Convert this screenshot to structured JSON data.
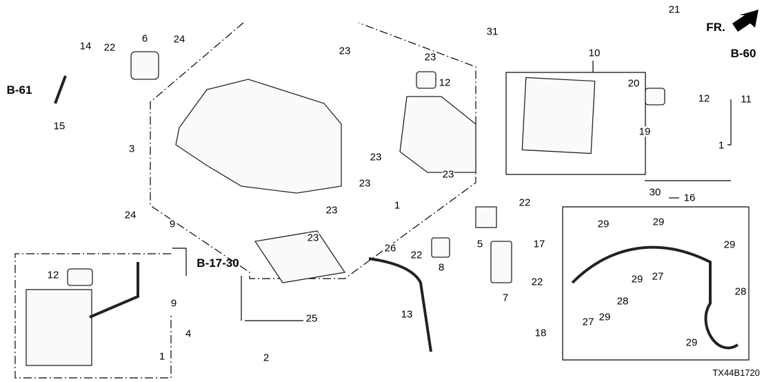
{
  "diagram_code": "TX44B1720",
  "direction_label": "FR.",
  "references": {
    "b60": "B-60",
    "b61": "B-61",
    "b1730": "B-17-30"
  },
  "labels": [
    "14",
    "22",
    "6",
    "24",
    "23",
    "23",
    "31",
    "21",
    "10",
    "12",
    "20",
    "12",
    "11",
    "19",
    "15",
    "3",
    "1",
    "23",
    "1",
    "23",
    "23",
    "24",
    "30",
    "16",
    "22",
    "9",
    "5",
    "29",
    "23",
    "26",
    "17",
    "29",
    "22",
    "8",
    "29",
    "27",
    "22",
    "12",
    "9",
    "28",
    "28",
    "7",
    "25",
    "13",
    "27",
    "29",
    "18",
    "4",
    "1",
    "2",
    "29",
    "23",
    "29"
  ]
}
